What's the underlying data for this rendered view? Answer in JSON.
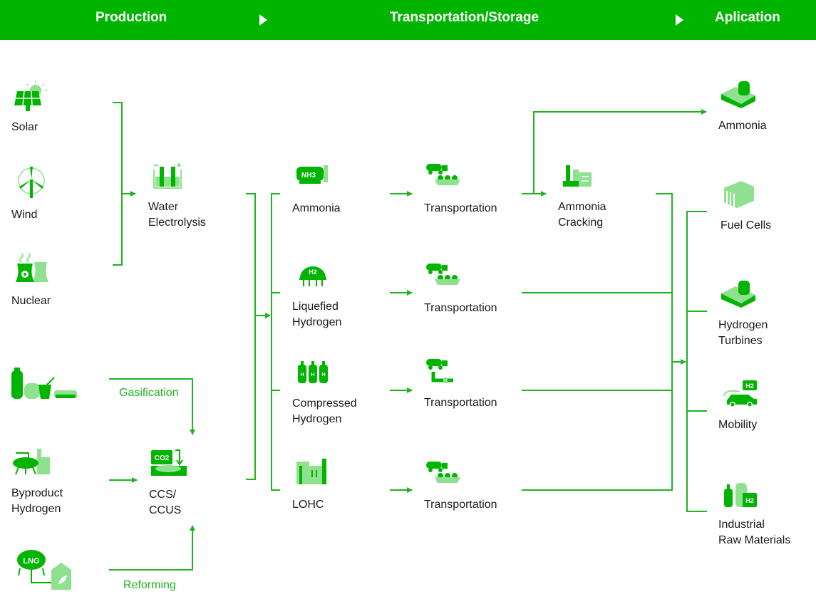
{
  "header": {
    "production": "Production",
    "transport": "Transportation/Storage",
    "application": "Aplication"
  },
  "sources": {
    "solar": "Solar",
    "wind": "Wind",
    "nuclear": "Nuclear",
    "byproduct_line1": "Byproduct",
    "byproduct_line2": "Hydrogen"
  },
  "process": {
    "water_line1": "Water",
    "water_line2": "Electrolysis",
    "ccs_line1": "CCS/",
    "ccs_line2": "CCUS",
    "gasification": "Gasification",
    "reforming": "Reforming"
  },
  "carriers": {
    "ammonia": "Ammonia",
    "liquefied_line1": "Liquefied",
    "liquefied_line2": "Hydrogen",
    "compressed_line1": "Compressed",
    "compressed_line2": "Hydrogen",
    "lohc": "LOHC"
  },
  "transport": {
    "t1": "Transportation",
    "t2": "Transportation",
    "t3": "Transportation",
    "t4": "Transportation"
  },
  "cracking": {
    "line1": "Ammonia",
    "line2": "Cracking"
  },
  "applications": {
    "ammonia": "Ammonia",
    "fuel_cells": "Fuel Cells",
    "turbines_line1": "Hydrogen",
    "turbines_line2": "Turbines",
    "mobility": "Mobility",
    "industrial_line1": "Industrial",
    "industrial_line2": "Raw Materials"
  },
  "icon_text": {
    "nh3": "NH3",
    "h2": "H2",
    "co2": "CO2",
    "lng": "LNG"
  },
  "colors": {
    "accent": "#00b400",
    "light_green": "#8fe08f",
    "line": "#1fb31f"
  }
}
